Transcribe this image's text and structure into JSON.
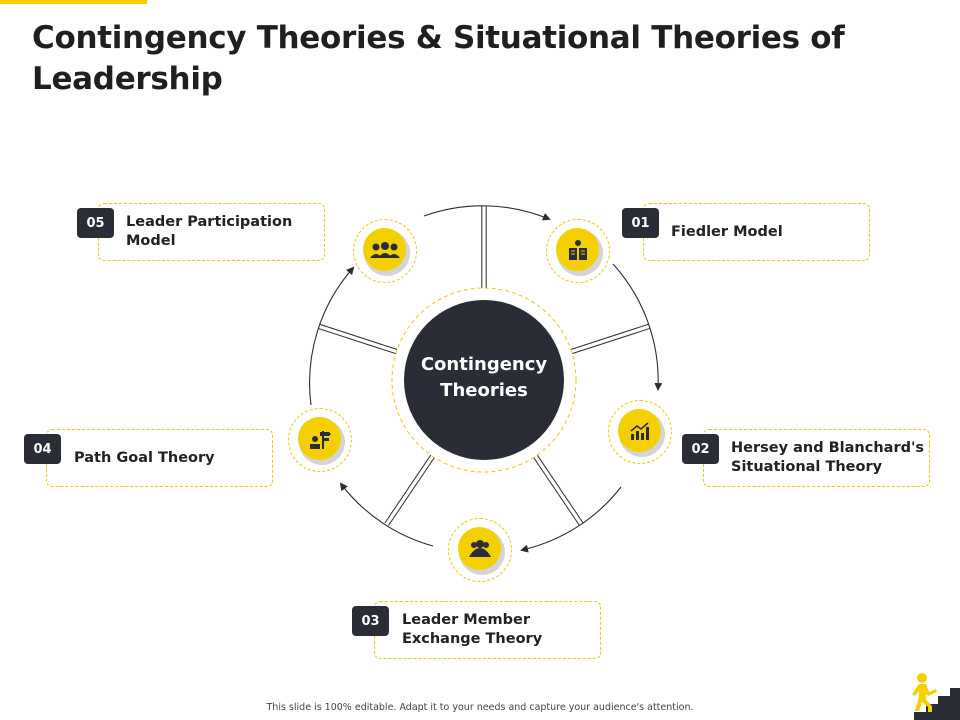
{
  "title": "Contingency Theories & Situational Theories of Leadership",
  "center": {
    "line1": "Contingency",
    "line2": "Theories"
  },
  "items": [
    {
      "number": "01",
      "label": "Fiedler Model",
      "icon": "idea-book-icon"
    },
    {
      "number": "02",
      "label": "Hersey and Blanchard's Situational Theory",
      "icon": "growth-chart-icon"
    },
    {
      "number": "03",
      "label": "Leader Member Exchange Theory",
      "icon": "team-icon"
    },
    {
      "number": "04",
      "label": "Path Goal Theory",
      "icon": "signpost-person-icon"
    },
    {
      "number": "05",
      "label": "Leader Participation Model",
      "icon": "group-icon"
    }
  ],
  "footer": "This slide is 100% editable. Adapt it to your needs and capture your audience's attention.",
  "colors": {
    "accent": "#f5d000",
    "dark": "#2a2d35"
  }
}
